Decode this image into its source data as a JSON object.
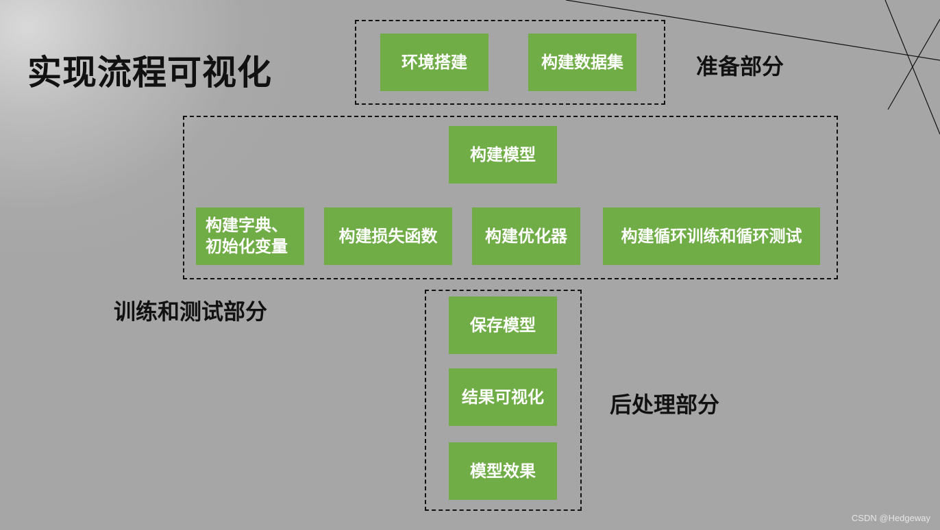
{
  "title": "实现流程可视化",
  "sections": {
    "prep": {
      "label": "准备部分",
      "nodes": [
        "环境搭建",
        "构建数据集"
      ]
    },
    "train": {
      "label": "训练和测试部分",
      "top_node": "构建模型",
      "nodes": [
        {
          "line1": "构建字典、",
          "line2": "初始化变量"
        },
        "构建损失函数",
        "构建优化器",
        "构建循环训练和循环测试"
      ]
    },
    "post": {
      "label": "后处理部分",
      "nodes": [
        "保存模型",
        "结果可视化",
        "模型效果"
      ]
    }
  },
  "watermark": "CSDN @Hedgeway",
  "colors": {
    "background": "#a6a6a6",
    "node_fill": "#70ad47",
    "node_text": "#ffffff",
    "label_text": "#111111"
  }
}
